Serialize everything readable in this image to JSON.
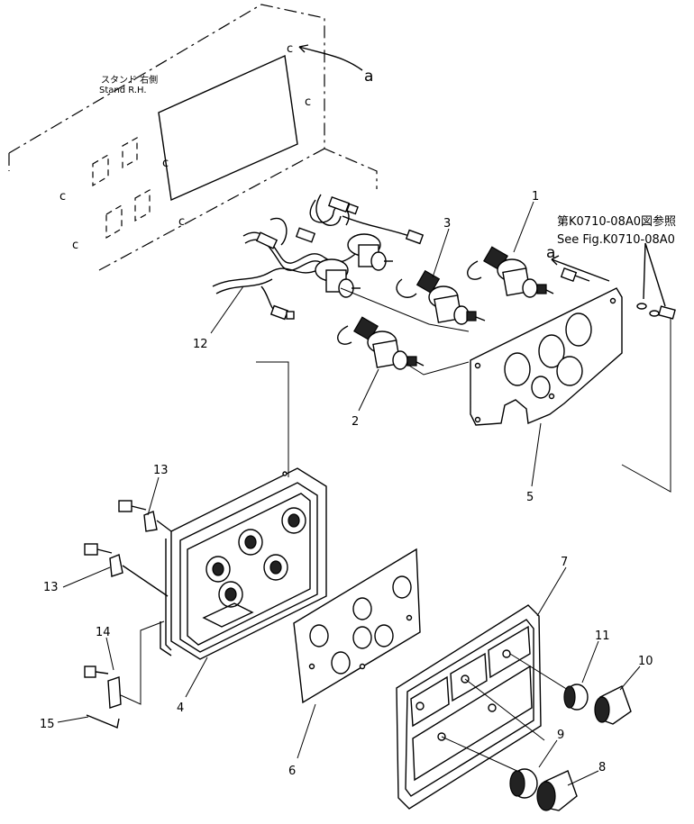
{
  "diagram": {
    "stand_label_jp": "スタンド 右側",
    "stand_label_en": "Stand R.H.",
    "ref_label_jp": "第K0710-08A0図参照",
    "ref_label_en": "See Fig.K0710-08A0",
    "callout_a_top": "a",
    "callout_a_right": "a",
    "parts": [
      {
        "no": "1"
      },
      {
        "no": "2"
      },
      {
        "no": "3"
      },
      {
        "no": "4"
      },
      {
        "no": "5"
      },
      {
        "no": "6"
      },
      {
        "no": "7"
      },
      {
        "no": "8"
      },
      {
        "no": "9"
      },
      {
        "no": "10"
      },
      {
        "no": "11"
      },
      {
        "no": "12"
      },
      {
        "no": "13"
      },
      {
        "no": "13"
      },
      {
        "no": "14"
      },
      {
        "no": "15"
      }
    ]
  }
}
